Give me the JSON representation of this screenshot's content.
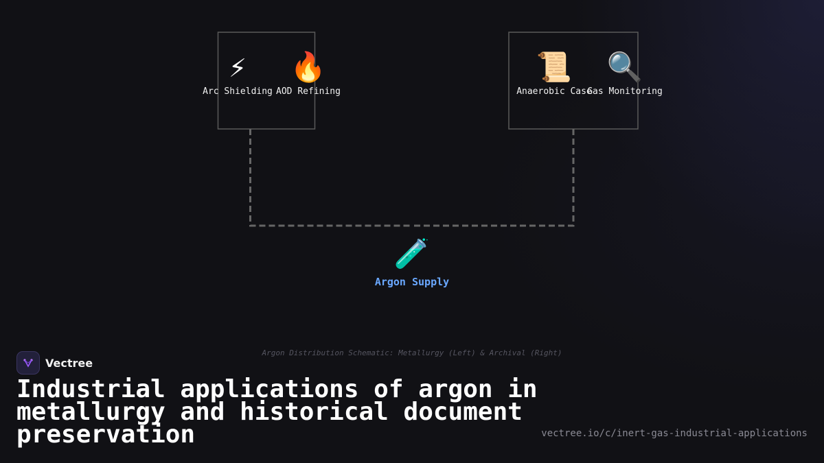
{
  "diagram": {
    "left_group": {
      "nodes": [
        {
          "icon": "high-voltage-icon",
          "emoji": "⚡",
          "label": "Arc Shielding"
        },
        {
          "icon": "fire-icon",
          "emoji": "🔥",
          "label": "AOD Refining"
        }
      ]
    },
    "right_group": {
      "nodes": [
        {
          "icon": "scroll-icon",
          "emoji": "📜",
          "label": "Anaerobic Case"
        },
        {
          "icon": "magnifier-icon",
          "emoji": "🔍",
          "label": "Gas Monitoring"
        }
      ]
    },
    "root": {
      "icon": "test-tube-icon",
      "emoji": "🧪",
      "label": "Argon Supply"
    },
    "caption": "Argon Distribution Schematic: Metallurgy (Left) & Archival (Right)"
  },
  "brand": {
    "name": "Vectree"
  },
  "headline": "Industrial applications of argon in metallurgy and historical document preservation",
  "url": "vectree.io/c/inert-gas-industrial-applications",
  "colors": {
    "background": "#111115",
    "root_label": "#6aa8ff",
    "connector": "#666666",
    "group_border": "#5a5a5a"
  }
}
